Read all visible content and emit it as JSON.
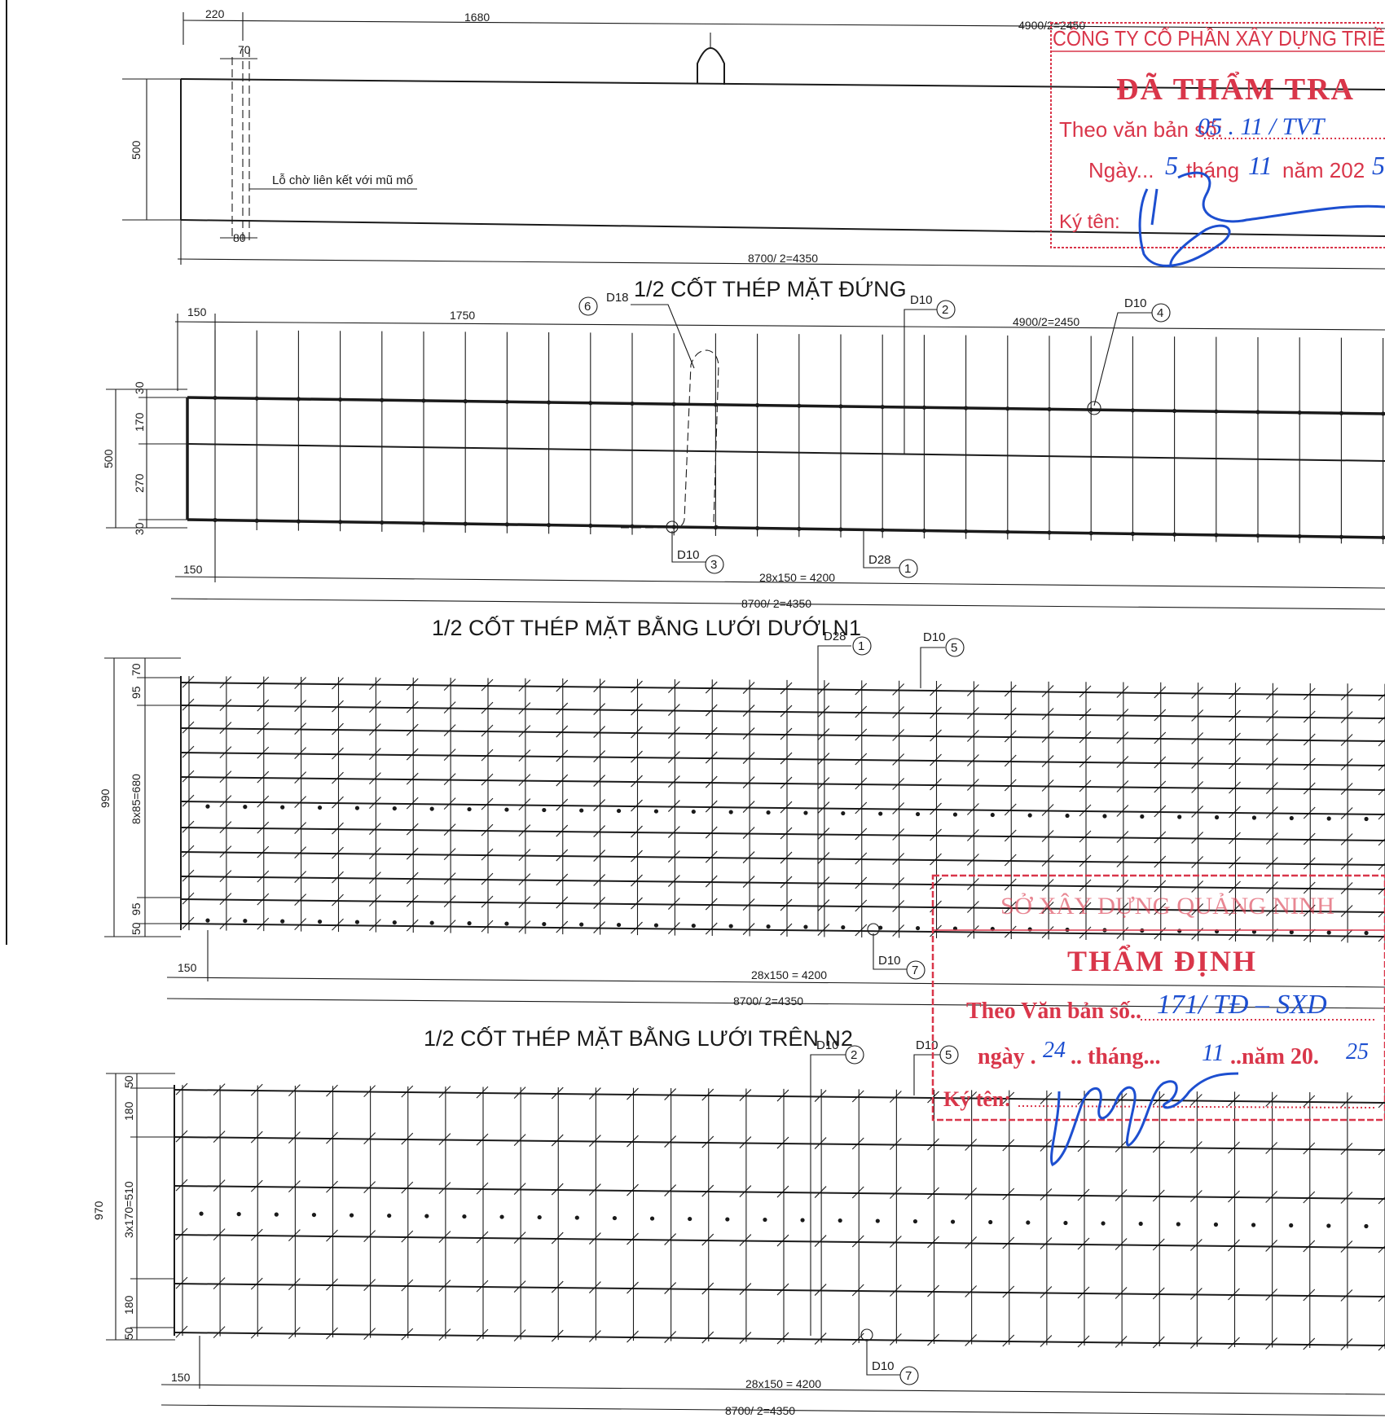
{
  "elevation_outline": {
    "dim_220": "220",
    "dim_1680": "1680",
    "dim_70": "70",
    "dim_80": "80",
    "dim_500": "500",
    "dim_half_length": "4900/2=2450",
    "dim_total": "8700/ 2=4350",
    "note_hole": "Lỗ chờ liên kết với mũ mố"
  },
  "elevation_rebar": {
    "title": "1/2 CỐT THÉP MẶT ĐỨNG",
    "dim_150_top": "150",
    "dim_1750": "1750",
    "dim_half_length": "4900/2=2450",
    "dim_30_top": "30",
    "dim_170": "170",
    "dim_270": "270",
    "dim_30_bottom": "30",
    "dim_500": "500",
    "dim_150_bottom": "150",
    "dim_spacing": "28x150 = 4200",
    "dim_total": "8700/ 2=4350",
    "callouts": [
      {
        "dia": "D18",
        "num": "6"
      },
      {
        "dia": "D10",
        "num": "2"
      },
      {
        "dia": "D10",
        "num": "4"
      },
      {
        "dia": "D10",
        "num": "3"
      },
      {
        "dia": "D28",
        "num": "1"
      }
    ]
  },
  "plan_bottom": {
    "title": "1/2 CỐT THÉP MẶT BẰNG LƯỚI DƯỚI N1",
    "dim_70": "70",
    "dim_95_top": "95",
    "dim_8x85": "8x85=680",
    "dim_990": "990",
    "dim_95_bottom": "95",
    "dim_50": "50",
    "dim_150": "150",
    "dim_spacing": "28x150 = 4200",
    "dim_total": "8700/ 2=4350",
    "callouts": [
      {
        "dia": "D28",
        "num": "1"
      },
      {
        "dia": "D10",
        "num": "5"
      },
      {
        "dia": "D10",
        "num": "7"
      }
    ]
  },
  "plan_top": {
    "title": "1/2 CỐT THÉP MẶT BẰNG LƯỚI TRÊN N2",
    "dim_50_top": "50",
    "dim_180_top": "180",
    "dim_3x170": "3x170=510",
    "dim_970": "970",
    "dim_180_bottom": "180",
    "dim_50_bottom": "50",
    "dim_150": "150",
    "dim_spacing": "28x150 = 4200",
    "dim_total": "8700/ 2=4350",
    "callouts": [
      {
        "dia": "D10",
        "num": "2"
      },
      {
        "dia": "D10",
        "num": "5"
      },
      {
        "dia": "D10",
        "num": "7"
      }
    ]
  },
  "stamp_company": {
    "company": "CÔNG TY CỔ PHẦN XÂY DỰNG TRIỀ",
    "heading": "ĐÃ THẨM TRA",
    "doc_label": "Theo văn bản số:",
    "doc_value": "05 . 11 / TVT",
    "date_label_1": "Ngày...",
    "date_day": "5",
    "date_label_2": "tháng",
    "date_month": "11",
    "date_label_3": "năm 202",
    "date_year": "5",
    "sign_label": "Ký tên:"
  },
  "stamp_department": {
    "agency": "SỞ XÂY DỰNG QUẢNG NINH",
    "heading": "THẨM ĐỊNH",
    "doc_label": "Theo Văn bản số..",
    "doc_value": "171/ TĐ – SXD",
    "date_label_1": "ngày .",
    "date_day": "24",
    "date_label_2": ".. tháng...",
    "date_month": "11",
    "date_label_3": "..năm 20.",
    "date_year": "25",
    "sign_label": "Ký tên:"
  },
  "colors": {
    "ink": "#1a1a1a",
    "stamp_red": "#d9364a",
    "signature_blue": "#1d4fd0"
  }
}
